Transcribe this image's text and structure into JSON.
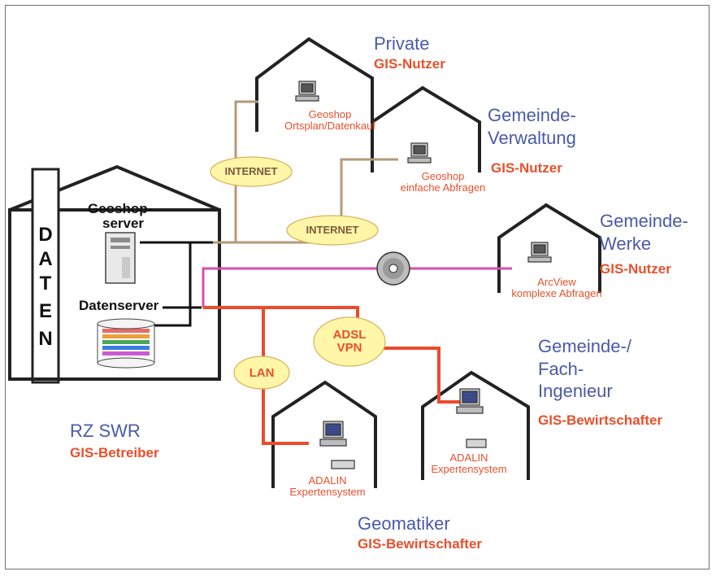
{
  "central_building": {
    "daten_letters": [
      "D",
      "A",
      "T",
      "E",
      "N"
    ],
    "geoshop_server_label": [
      "Geoshop-",
      "server"
    ],
    "datenserver_label": "Datenserver",
    "title": "RZ SWR",
    "role": "GIS-Betreiber"
  },
  "clouds": {
    "internet_1": "INTERNET",
    "internet_2": "INTERNET",
    "lan": "LAN",
    "adsl_vpn": [
      "ADSL",
      "VPN"
    ]
  },
  "nodes": {
    "private": {
      "title": "Private",
      "role": "GIS-Nutzer",
      "device_text": [
        "Geoshop",
        "Ortsplan/Datenkauf"
      ]
    },
    "gemeindeverwaltung": {
      "title": [
        "Gemeinde-",
        "Verwaltung"
      ],
      "role": "GIS-Nutzer",
      "device_text": [
        "Geoshop",
        "einfache Abfragen"
      ]
    },
    "gemeindewerke": {
      "title": [
        "Gemeinde-",
        "Werke"
      ],
      "role": "GIS-Nutzer",
      "device_text": [
        "ArcView",
        "komplexe Abfragen"
      ]
    },
    "ingenieur": {
      "title": [
        "Gemeinde-/",
        "Fach-",
        "Ingenieur"
      ],
      "role": "GIS-Bewirtschafter",
      "device_text": [
        "ADALIN",
        "Expertensystem"
      ]
    },
    "geomatiker": {
      "title": "Geomatiker",
      "role": "GIS-Bewirtschafter",
      "device_text": [
        "ADALIN",
        "Expertensystem"
      ]
    }
  },
  "colors": {
    "internet_line": "#b59a7a",
    "cd_line": "#d54fb0",
    "lan_line": "#ee4a2c",
    "server_line": "#111111",
    "cloud_fill": "#fff6a8",
    "title_blue": "#4a5aa7",
    "role_red": "#e8502c"
  },
  "icons": [
    "cd-icon",
    "server-icon",
    "database-stack-icon",
    "pc-icon",
    "printer-icon"
  ]
}
